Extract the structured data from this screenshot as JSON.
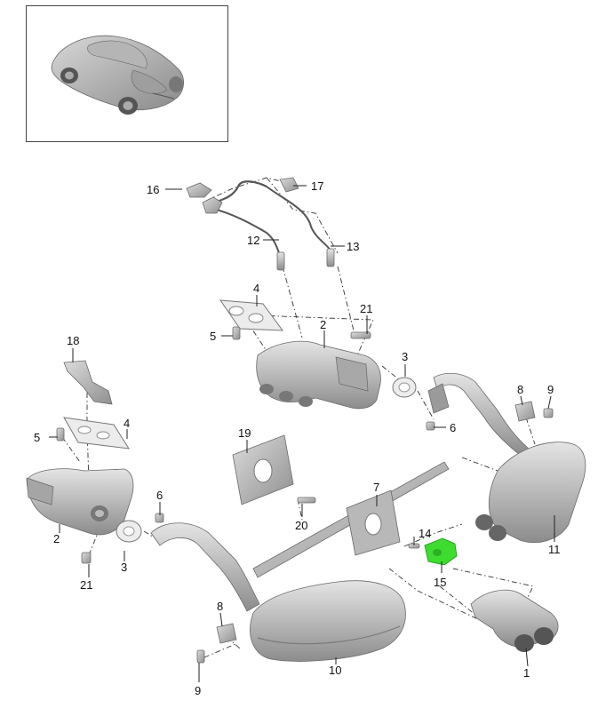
{
  "callouts": [
    {
      "id": "c1",
      "text": "1"
    },
    {
      "id": "c2a",
      "text": "2"
    },
    {
      "id": "c2b",
      "text": "2"
    },
    {
      "id": "c3a",
      "text": "3"
    },
    {
      "id": "c3b",
      "text": "3"
    },
    {
      "id": "c4a",
      "text": "4"
    },
    {
      "id": "c4b",
      "text": "4"
    },
    {
      "id": "c5a",
      "text": "5"
    },
    {
      "id": "c5b",
      "text": "5"
    },
    {
      "id": "c6a",
      "text": "6"
    },
    {
      "id": "c6b",
      "text": "6"
    },
    {
      "id": "c7",
      "text": "7"
    },
    {
      "id": "c8a",
      "text": "8"
    },
    {
      "id": "c8b",
      "text": "8"
    },
    {
      "id": "c9a",
      "text": "9"
    },
    {
      "id": "c9b",
      "text": "9"
    },
    {
      "id": "c10",
      "text": "10"
    },
    {
      "id": "c11",
      "text": "11"
    },
    {
      "id": "c12",
      "text": "12"
    },
    {
      "id": "c13",
      "text": "13"
    },
    {
      "id": "c14",
      "text": "14"
    },
    {
      "id": "c15",
      "text": "15"
    },
    {
      "id": "c16",
      "text": "16"
    },
    {
      "id": "c17",
      "text": "17"
    },
    {
      "id": "c18",
      "text": "18"
    },
    {
      "id": "c19",
      "text": "19"
    },
    {
      "id": "c20",
      "text": "20"
    },
    {
      "id": "c21a",
      "text": "21"
    },
    {
      "id": "c21b",
      "text": "21"
    }
  ],
  "colors": {
    "part_fill": "#c9c9c9",
    "part_shade": "#9d9d9d",
    "highlight": "#3ddc2f",
    "line": "#222222"
  }
}
